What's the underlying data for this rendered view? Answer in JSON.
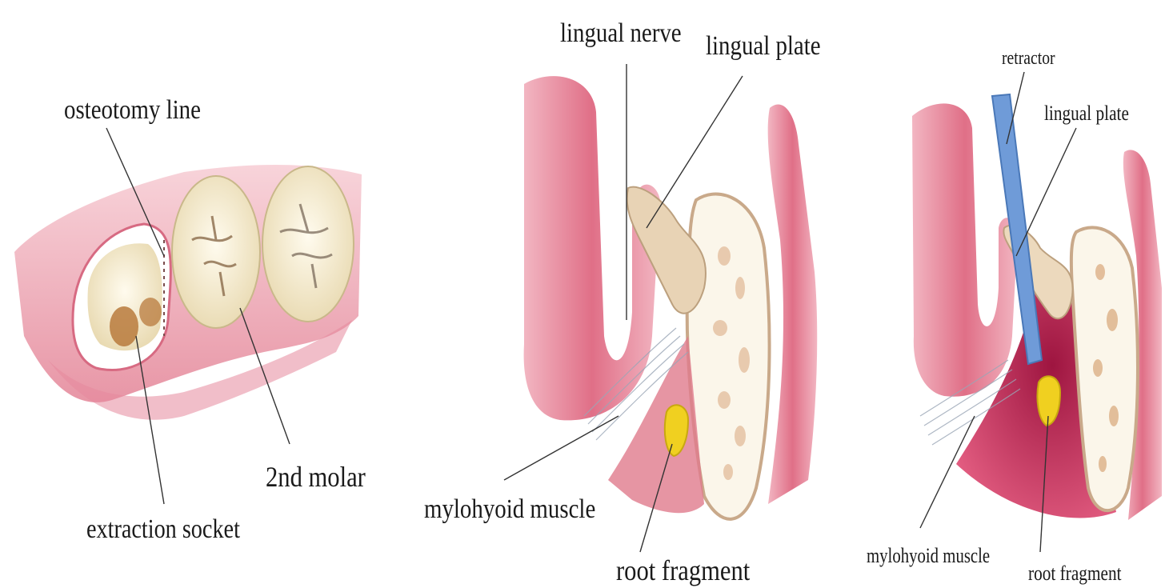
{
  "panels": [
    {
      "id": "occlusal-view",
      "labels": {
        "osteotomy_line": "osteotomy line",
        "extraction_socket": "extraction socket",
        "second_molar": "2nd molar"
      }
    },
    {
      "id": "cross-section-view",
      "labels": {
        "lingual_nerve": "lingual nerve",
        "lingual_plate": "lingual plate",
        "mylohyoid_muscle": "mylohyoid muscle",
        "root_fragment": "root fragment"
      }
    },
    {
      "id": "retractor-view",
      "labels": {
        "retractor": "retractor",
        "lingual_plate": "lingual plate",
        "mylohyoid_muscle": "mylohyoid muscle",
        "root_fragment": "root fragment"
      }
    }
  ],
  "colors": {
    "gingiva": "#e07a8c",
    "gingiva_light": "#f3c0c8",
    "muscle": "#c8285a",
    "bone": "#fbf6ea",
    "tooth": "#f4ecd2",
    "decay": "#b87a3c",
    "root_fragment": "#f0d020",
    "retractor": "#6f9bd8"
  }
}
